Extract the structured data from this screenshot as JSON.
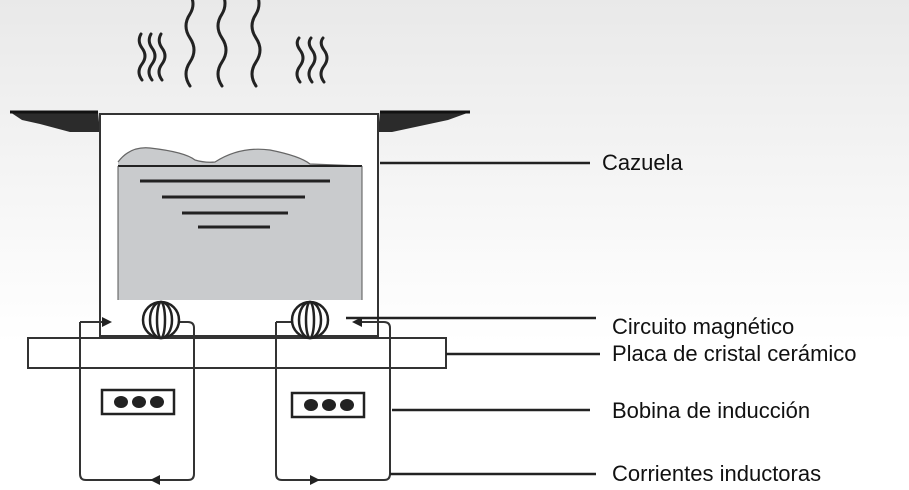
{
  "labels": {
    "cazuela": "Cazuela",
    "circuito": "Circuito magnético",
    "placa": "Placa de cristal cerámico",
    "bobina": "Bobina de inducción",
    "corrientes": "Corrientes inductoras"
  },
  "colors": {
    "liquid": "#c9cbcd",
    "stroke": "#222222",
    "rim": "#333333"
  }
}
